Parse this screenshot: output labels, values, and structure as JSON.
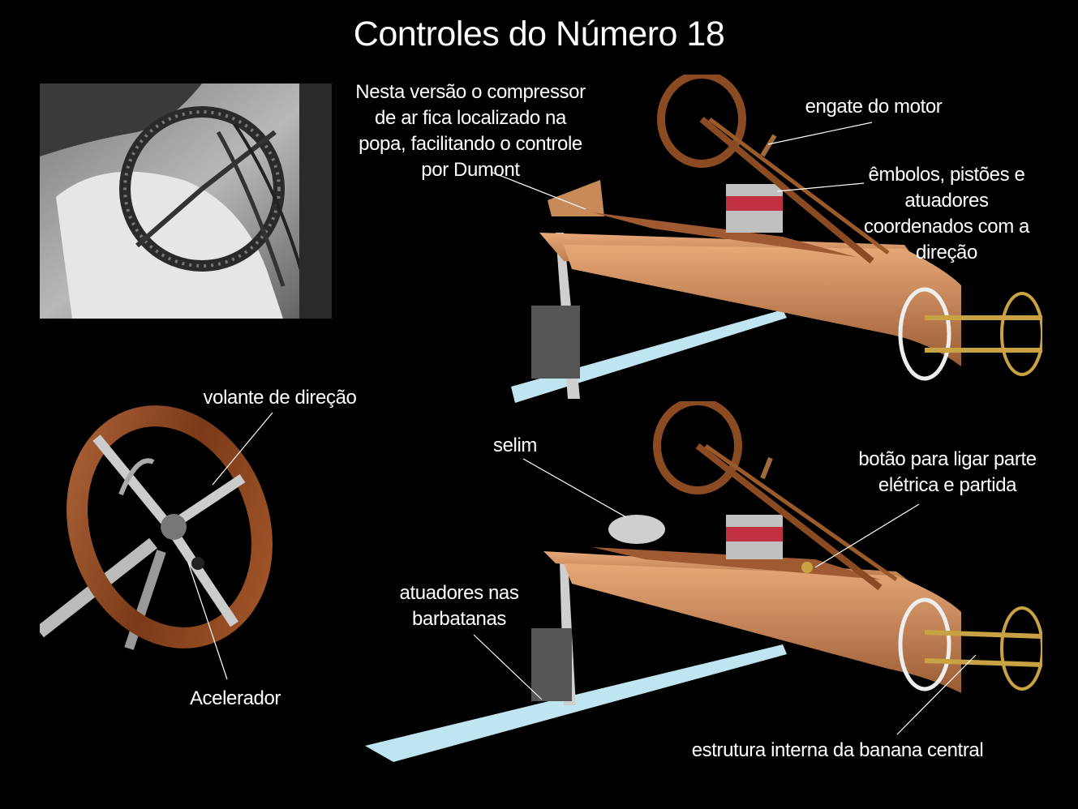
{
  "title": "Controles do Número 18",
  "labels": {
    "compressor": [
      "Nesta versão o compressor",
      "de ar fica localizado na",
      "popa, facilitando o controle",
      "por Dumont"
    ],
    "engate": "engate do motor",
    "embolos": [
      "êmbolos, pistões e",
      "atuadores",
      "coordenados com a",
      "direção"
    ],
    "volante": "volante de direção",
    "acelerador": "Acelerador",
    "selim": "selim",
    "botao": [
      "botão para ligar parte",
      "elétrica e partida"
    ],
    "atuadores_barbatanas": [
      "atuadores nas",
      "barbatanas"
    ],
    "estrutura": "estrutura interna da banana central"
  },
  "colors": {
    "background": "#000000",
    "hull": "#c98a5a",
    "wood": "#8a4a22",
    "fin": "#bfe6f0",
    "brass": "#c9a243",
    "leader": "#ffffff"
  }
}
